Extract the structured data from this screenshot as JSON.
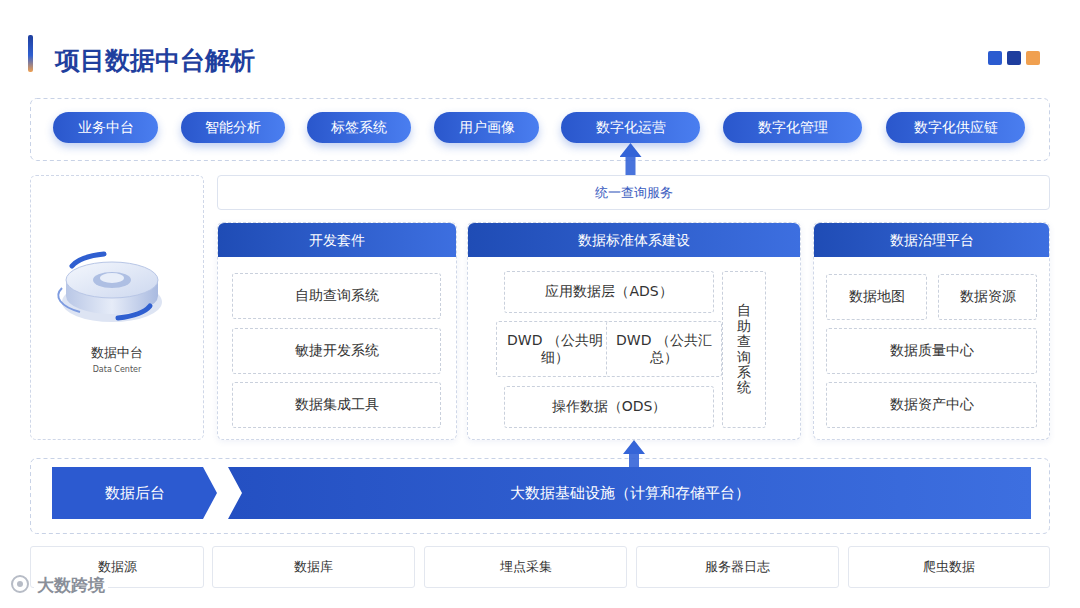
{
  "diagram": {
    "title": "项目数据中台解析",
    "nodes": [
      {
        "text": [
          "业务中台"
        ]
      },
      {
        "text": [
          "智能分析"
        ]
      },
      {
        "text": [
          "标签系统"
        ]
      },
      {
        "text": [
          "用户画像"
        ]
      },
      {
        "text": [
          "数字化运营"
        ]
      },
      {
        "text": [
          "数字化管理"
        ]
      },
      {
        "text": [
          "数字化供应链"
        ]
      },
      {
        "text": [
          "数据中台",
          "Data Center"
        ]
      },
      {
        "text": [
          "统一查询服务"
        ]
      },
      {
        "text": [
          "开发套件"
        ]
      },
      {
        "text": [
          "自助查询系统"
        ],
        "in": 9
      },
      {
        "text": [
          "敏捷开发系统"
        ],
        "in": 9
      },
      {
        "text": [
          "数据集成工具"
        ],
        "in": 9
      },
      {
        "text": [
          "数据标准体系建设"
        ]
      },
      {
        "text": [
          "应用数据层（ADS）"
        ],
        "in": 13
      },
      {
        "text": [
          "DWD （公共明细）"
        ],
        "in": 13
      },
      {
        "text": [
          "DWD （公共汇总）"
        ],
        "in": 13
      },
      {
        "text": [
          "操作数据（ODS）"
        ],
        "in": 13
      },
      {
        "text": [
          "自助查询系统"
        ],
        "in": 13
      },
      {
        "text": [
          "数据治理平台"
        ]
      },
      {
        "text": [
          "数据地图"
        ],
        "in": 19
      },
      {
        "text": [
          "数据资源"
        ],
        "in": 19
      },
      {
        "text": [
          "数据质量中心"
        ],
        "in": 19
      },
      {
        "text": [
          "数据资产中心"
        ],
        "in": 19
      },
      {
        "text": [
          "数据后台"
        ]
      },
      {
        "text": [
          "大数据基础设施（计算和存储平台）"
        ]
      },
      {
        "text": [
          "数据源"
        ]
      },
      {
        "text": [
          "数据库"
        ]
      },
      {
        "text": [
          "埋点采集"
        ]
      },
      {
        "text": [
          "服务器日志"
        ]
      },
      {
        "text": [
          "爬虫数据"
        ]
      }
    ],
    "edges": [
      {
        "from": 8,
        "to": 4,
        "arrow": "to"
      },
      {
        "from": 25,
        "to": 13,
        "arrow": "to"
      }
    ],
    "labels": [
      "大数跨境"
    ]
  }
}
